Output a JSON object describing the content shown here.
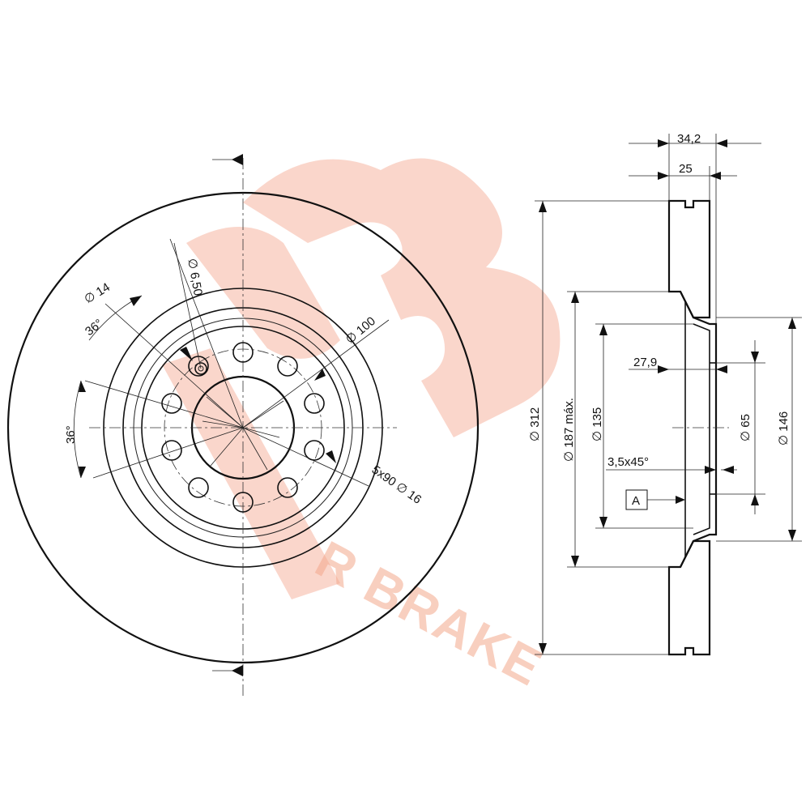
{
  "watermark": {
    "text": "R BRAKE",
    "color": "#f4a88c"
  },
  "front_view": {
    "bolt_hole_dia": "∅ 14",
    "angle_upper": "36°",
    "angle_left": "36°",
    "small_hole_dia": "∅ 6,50",
    "pcd": "∅ 100",
    "wheel_bolt_holes": "5x90 ∅ 16"
  },
  "side_view": {
    "overall_thickness": "34,2",
    "disc_thickness": "25",
    "outer_dia": "∅ 312",
    "friction_dia_max": "∅ 187 máx.",
    "hat_dia": "∅ 135",
    "hub_offset": "27,9",
    "chamfer": "3,5x45°",
    "center_bore": "∅ 65",
    "hub_dia": "∅ 146",
    "datum": "A"
  }
}
